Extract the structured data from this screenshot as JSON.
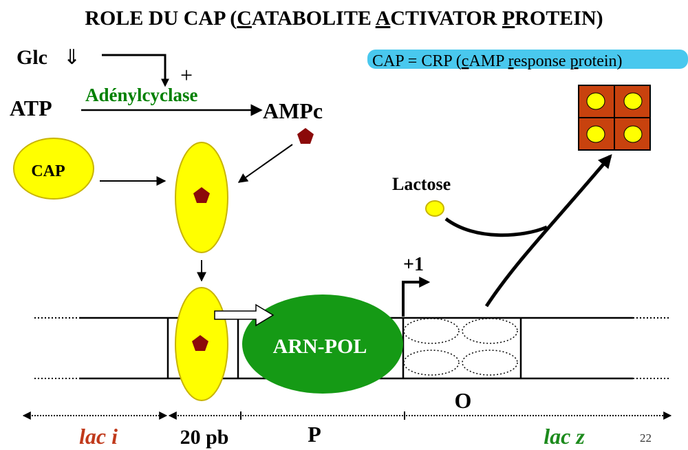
{
  "title": {
    "prefix": "ROLE DU CAP (",
    "c": "C",
    "atabolite": "ATABOLITE ",
    "a": "A",
    "ctivator": "CTIVATOR ",
    "p": "P",
    "rotein": "ROTEIN)"
  },
  "note": {
    "t1": "CAP = CRP (",
    "c": "c",
    "t2": "AMP ",
    "r": "r",
    "t3": "esponse ",
    "p": "p",
    "t4": "rotein)",
    "highlight_color": "#49C8EE"
  },
  "pathway": {
    "glc": "Glc",
    "down_arrow": "⇓",
    "plus": "+",
    "enzyme": "Adénylcyclase",
    "atp": "ATP",
    "ampc": "AMPc"
  },
  "cap_label": "CAP",
  "lactose_label": "Lactose",
  "rna_pol_label": "ARN-POL",
  "tss_label": "+1",
  "regions": {
    "laci": "lac i",
    "pb20": "20 pb",
    "p": "P",
    "o": "O",
    "lacz": "lac z"
  },
  "page_number": "22",
  "colors": {
    "cap_yellow": "#FFFF00",
    "cap_outline": "#C8B400",
    "ampc_red": "#8B0A0A",
    "rna_pol_green": "#159A15",
    "enzyme_green": "#008000",
    "lac_i_red": "#C0391B",
    "lac_z_green": "#1C8A1C",
    "repressor_orange": "#C8420E"
  }
}
